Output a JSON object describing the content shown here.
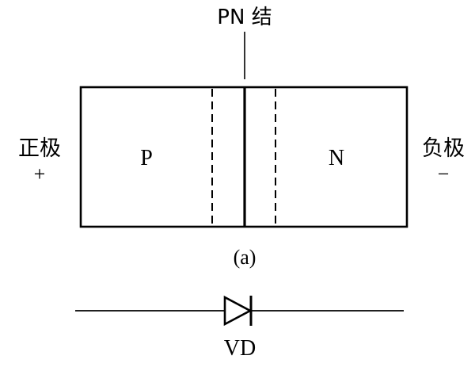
{
  "figure": {
    "junction_label": "PN 结",
    "p_region_label": "P",
    "n_region_label": "N",
    "positive_label": "正极",
    "positive_sign": "+",
    "negative_label": "负极",
    "negative_sign": "−",
    "subfigure_label": "(a)",
    "diode_label": "VD"
  },
  "colors": {
    "ink": "#000000",
    "background": "#ffffff"
  }
}
